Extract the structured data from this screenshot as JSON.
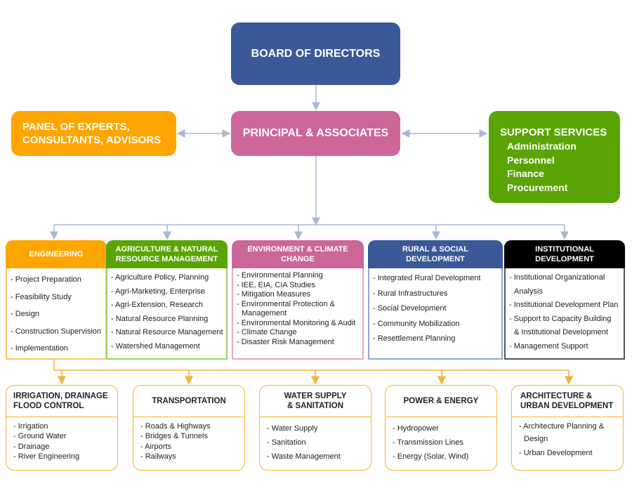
{
  "board": {
    "title": "BOARD OF DIRECTORS",
    "color": "#3b5998"
  },
  "principal": {
    "title": "PRINCIPAL & ASSOCIATES",
    "color": "#cc6699"
  },
  "panel": {
    "line1": "PANEL OF EXPERTS,",
    "line2": "CONSULTANTS, ADVISORS",
    "color": "#ffa500"
  },
  "support": {
    "title": "SUPPORT SERVICES",
    "items": [
      "Administration",
      "Personnel",
      "Finance",
      "Procurement"
    ],
    "color": "#5aa505"
  },
  "departments": [
    {
      "title": "ENGINEERING",
      "color": "#ffa500",
      "border": "#f8c96a",
      "items": [
        "- Project Preparation",
        "- Feasibility Study",
        "- Design",
        "- Construction Supervision",
        "- Implementation"
      ]
    },
    {
      "title": "AGRICULTURE & NATURAL RESOURCE MANAGEMENT",
      "color": "#5aa505",
      "border": "#9fd06a",
      "items": [
        "- Agriculture Policy, Planning",
        "- Agri-Marketing, Enterprise",
        "- Agri-Extension, Research",
        "- Natural Resource Planning",
        "- Natural Resource Management",
        "- Watershed Management"
      ]
    },
    {
      "title": "ENVIRONMENT & CLIMATE CHANGE",
      "color": "#cc6699",
      "border": "#e3a9c5",
      "items": [
        "- Environmental Planning",
        "- IEE, EIA, CIA Studies",
        "- Mitigation Measures",
        "- Environmental Protection &",
        "  Management",
        "- Environmental Monitoring & Audit",
        "- Climate Change",
        "- Disaster Risk Management"
      ]
    },
    {
      "title": "RURAL & SOCIAL DEVELOPMENT",
      "color": "#3b5998",
      "border": "#94a8cf",
      "items": [
        "- Integrated Rural Development",
        "- Rural Infrastructures",
        "- Social Development",
        "- Community Mobilization",
        "- Resettlement Planning"
      ]
    },
    {
      "title": "INSTITUTIONAL DEVELOPMENT",
      "color": "#000000",
      "border": "#555555",
      "items": [
        "- Institutional Organizational",
        "  Analysis",
        "- Institutional Development Plan",
        "- Support to Capacity Building",
        "  & Institutional Development",
        "- Management Support"
      ]
    }
  ],
  "engineering_subunits": [
    {
      "title_lines": [
        "IRRIGATION, DRAINAGE",
        "FLOOD CONTROL"
      ],
      "items": [
        "- Irrigation",
        "- Ground Water",
        "- Drainage",
        "- River Engineering"
      ]
    },
    {
      "title_lines": [
        "TRANSPORTATION"
      ],
      "items": [
        "- Roads & Highways",
        "- Bridges & Tunnels",
        "- Airports",
        "- Railways"
      ]
    },
    {
      "title_lines": [
        "WATER SUPPLY",
        "& SANITATION"
      ],
      "items": [
        "- Water Supply",
        "- Sanitation",
        "- Waste Management"
      ]
    },
    {
      "title_lines": [
        "POWER & ENERGY"
      ],
      "items": [
        "- Hydropower",
        "- Transmission Lines",
        "- Energy (Solar, Wind)"
      ]
    },
    {
      "title_lines": [
        "ARCHITECTURE &",
        "URBAN DEVELOPMENT"
      ],
      "items": [
        "- Architecture Planning &",
        "  Design",
        "- Urban Development"
      ]
    }
  ],
  "connector_colors": {
    "main": "#a9b8d6",
    "engineering": "#f5b335"
  }
}
